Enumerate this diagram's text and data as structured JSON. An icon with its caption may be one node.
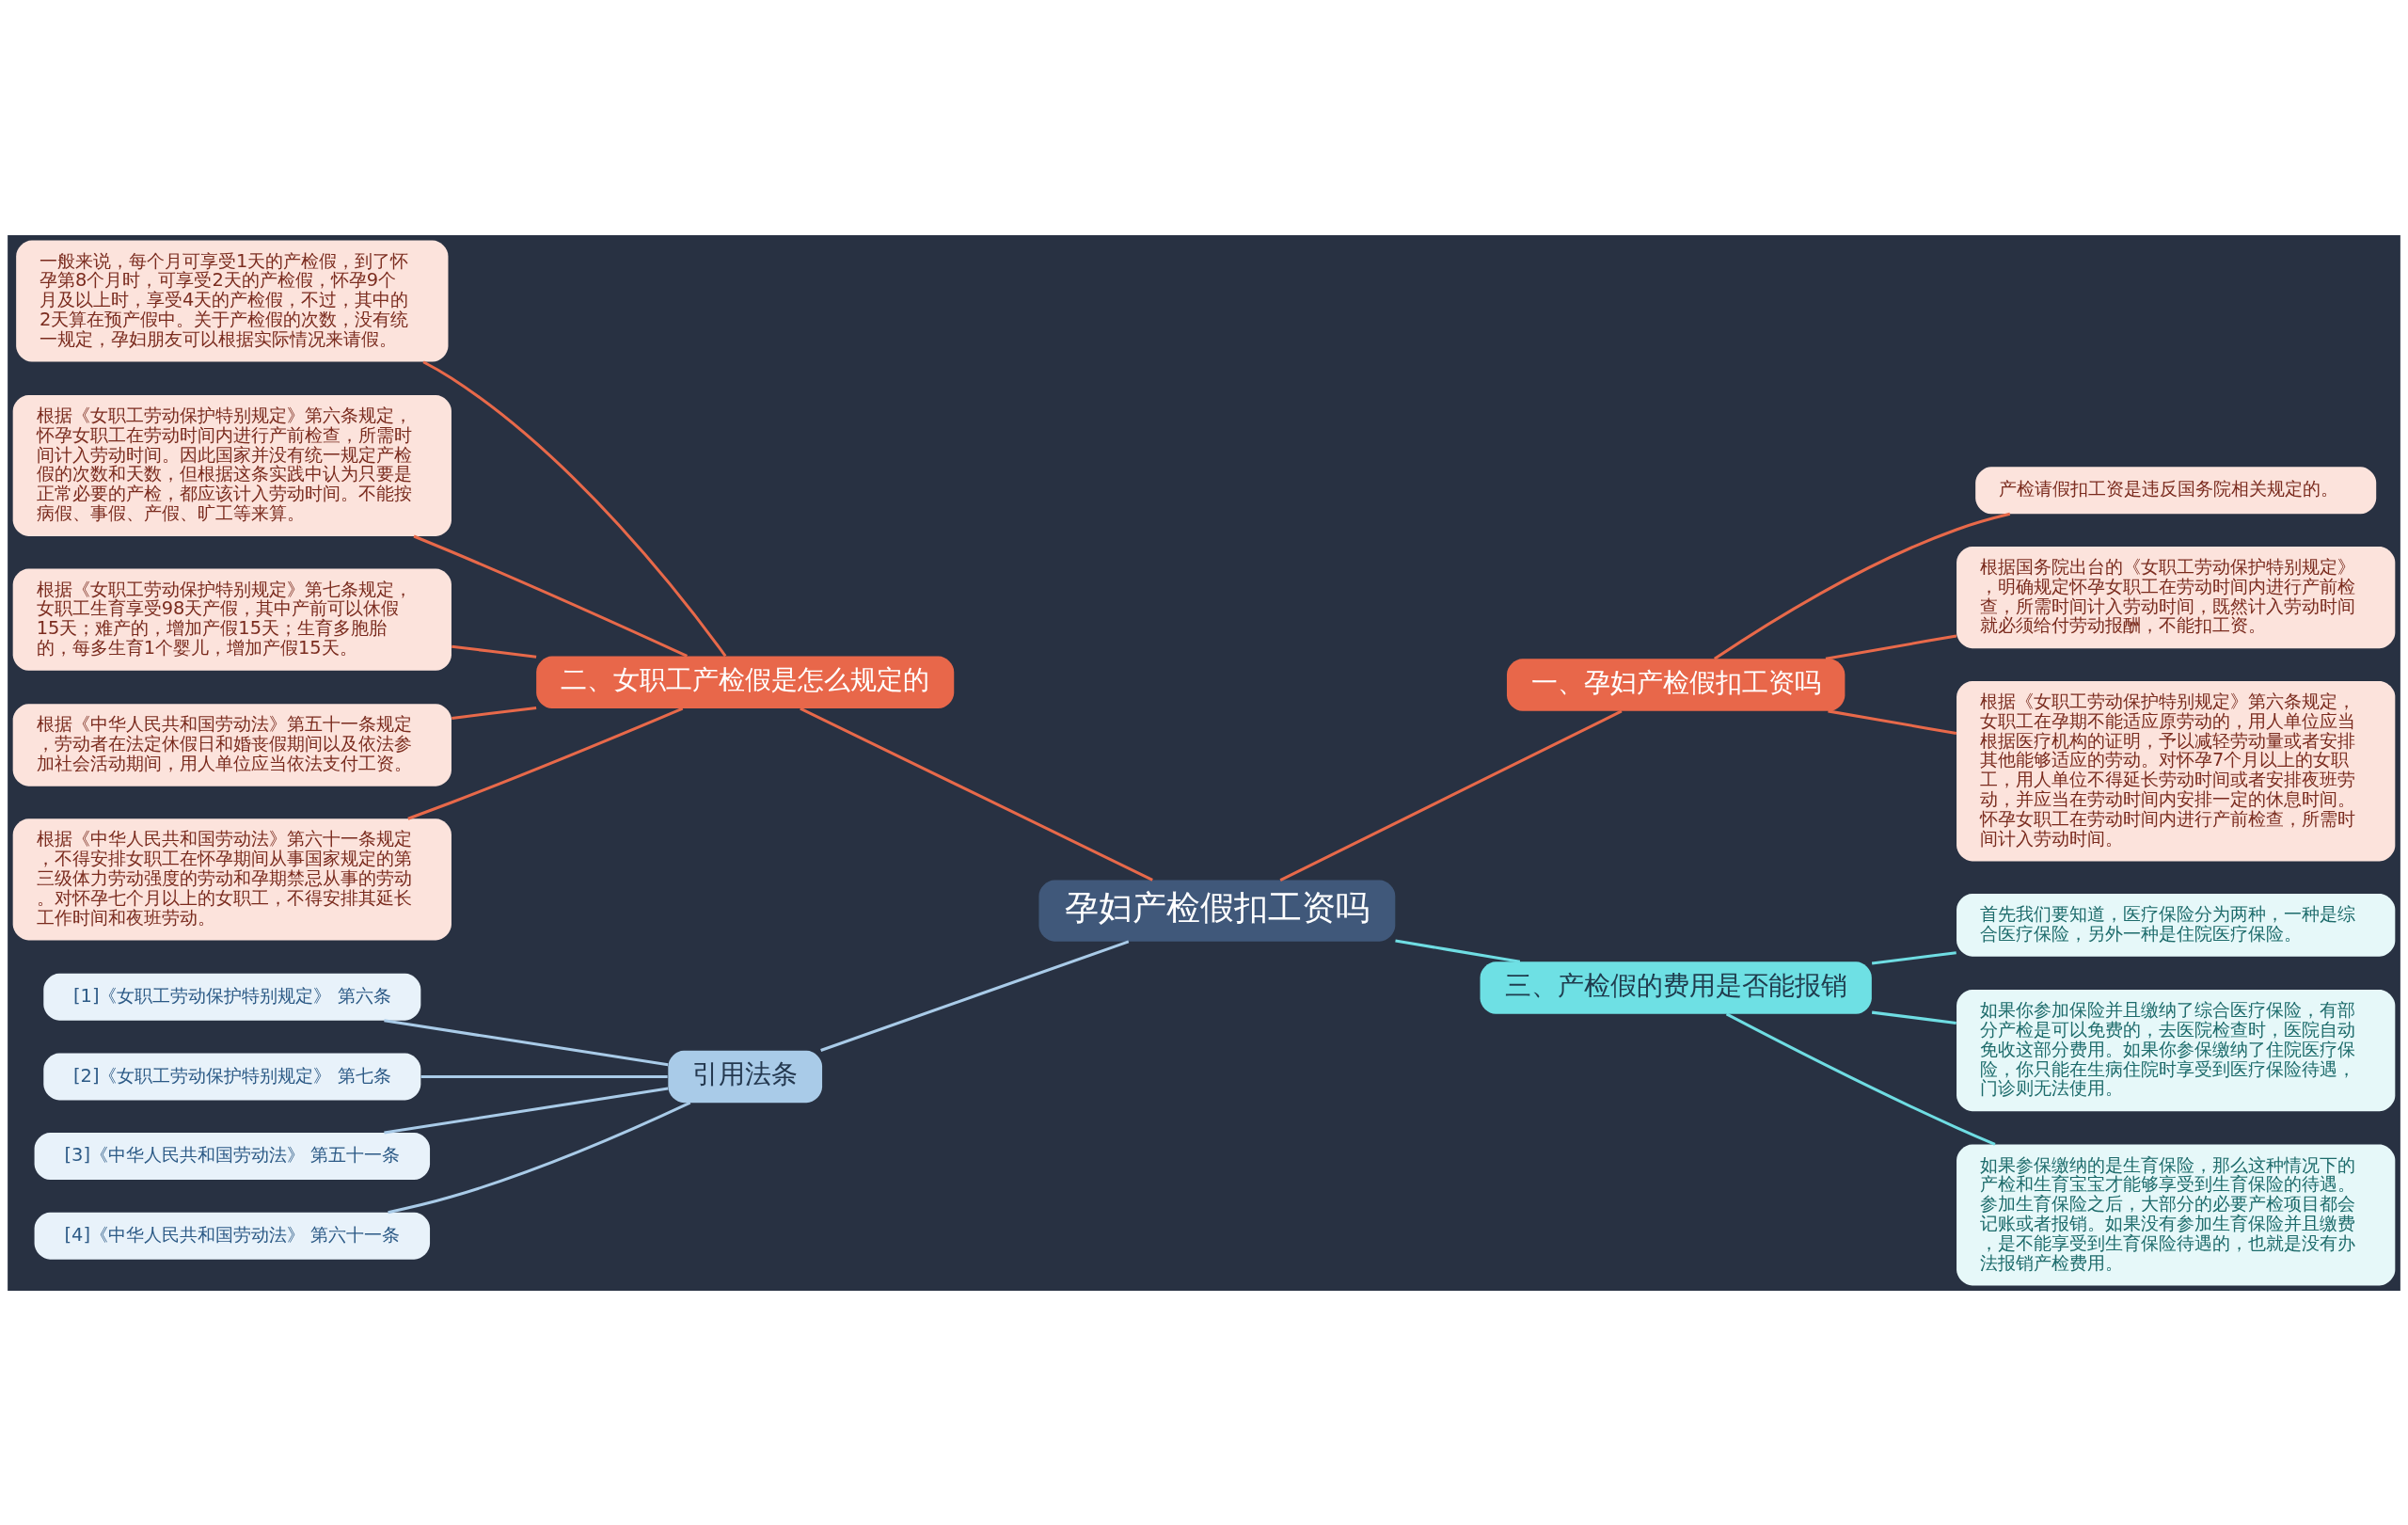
{
  "diagram": {
    "nodes": [
      {
        "text": [
          "孕妇产检假扣工资吗"
        ]
      },
      {
        "text": [
          "二、女职工产检假是怎么规定的"
        ]
      },
      {
        "text": [
          "一般来说，每个月可享受1天的产检假，到了怀孕第8个月时，可享受2天的产检假，怀孕9个月及以上时，享受4天的产检假，不过，其中的2天算在预产假中。关于产检假的次数，没有统一规定，孕妇朋友可以根据实际情况来请假。"
        ]
      },
      {
        "text": [
          "根据《女职工劳动保护特别规定》第六条规定，怀孕女职工在劳动时间内进行产前检查，所需时间计入劳动时间。因此国家并没有统一规定产检假的次数和天数，但根据这条实践中认为只要是正常必要的产检，都应该计入劳动时间。不能按病假、事假、产假、旷工等来算。"
        ]
      },
      {
        "text": [
          "根据《女职工劳动保护特别规定》第七条规定，女职工生育享受98天产假，其中产前可以休假15天；难产的，增加产假15天；生育多胞胎的，每多生育1个婴儿，增加产假15天。"
        ]
      },
      {
        "text": [
          "根据《中华人民共和国劳动法》第五十一条规定，劳动者在法定休假日和婚丧假期间以及依法参加社会活动期间，用人单位应当依法支付工资。"
        ]
      },
      {
        "text": [
          "根据《中华人民共和国劳动法》第六十一条规定，不得安排女职工在怀孕期间从事国家规定的第三级体力劳动强度的劳动和孕期禁忌从事的劳动。对怀孕七个月以上的女职工，不得安排其延长工作时间和夜班劳动。"
        ]
      },
      {
        "text": [
          "一、孕妇产检假扣工资吗"
        ]
      },
      {
        "text": [
          "产检请假扣工资是违反国务院相关规定的。"
        ]
      },
      {
        "text": [
          "根据国务院出台的《女职工劳动保护特别规定》，明确规定怀孕女职工在劳动时间内进行产前检查，所需时间计入劳动时间，既然计入劳动时间就必须给付劳动报酬，不能扣工资。"
        ]
      },
      {
        "text": [
          "根据《女职工劳动保护特别规定》第六条规定，女职工在孕期不能适应原劳动的，用人单位应当根据医疗机构的证明，予以减轻劳动量或者安排其他能够适应的劳动。对怀孕7个月以上的女职工，用人单位不得延长劳动时间或者安排夜班劳动，并应当在劳动时间内安排一定的休息时间。怀孕女职工在劳动时间内进行产前检查，所需时间计入劳动时间。"
        ]
      },
      {
        "text": [
          "三、产检假的费用是否能报销"
        ]
      },
      {
        "text": [
          "首先我们要知道，医疗保险分为两种，一种是综合医疗保险，另外一种是住院医疗保险。"
        ]
      },
      {
        "text": [
          "如果你参加保险并且缴纳了综合医疗保险，有部分产检是可以免费的，去医院检查时，医院自动免收这部分费用。如果你参保缴纳了住院医疗保险，你只能在生病住院时享受到医疗保险待遇，门诊则无法使用。"
        ]
      },
      {
        "text": [
          "如果参保缴纳的是生育保险，那么这种情况下的产检和生育宝宝才能够享受到生育保险的待遇。参加生育保险之后，大部分的必要产检项目都会记账或者报销。如果没有参加生育保险并且缴费，是不能享受到生育保险待遇的，也就是没有办法报销产检费用。"
        ]
      },
      {
        "text": [
          "引用法条"
        ]
      },
      {
        "text": [
          "[1]《女职工劳动保护特别规定》 第六条"
        ]
      },
      {
        "text": [
          "[2]《女职工劳动保护特别规定》 第七条"
        ]
      },
      {
        "text": [
          "[3]《中华人民共和国劳动法》 第五十一条"
        ]
      },
      {
        "text": [
          "[4]《中华人民共和国劳动法》 第六十一条"
        ]
      }
    ],
    "edges": [
      {
        "from": 0,
        "to": 1,
        "arrow": "none"
      },
      {
        "from": 1,
        "to": 2,
        "arrow": "none"
      },
      {
        "from": 1,
        "to": 3,
        "arrow": "none"
      },
      {
        "from": 1,
        "to": 4,
        "arrow": "none"
      },
      {
        "from": 1,
        "to": 5,
        "arrow": "none"
      },
      {
        "from": 1,
        "to": 6,
        "arrow": "none"
      },
      {
        "from": 0,
        "to": 7,
        "arrow": "none"
      },
      {
        "from": 7,
        "to": 8,
        "arrow": "none"
      },
      {
        "from": 7,
        "to": 9,
        "arrow": "none"
      },
      {
        "from": 7,
        "to": 10,
        "arrow": "none"
      },
      {
        "from": 0,
        "to": 11,
        "arrow": "none",
        "color": "#6fdde3"
      },
      {
        "from": 11,
        "to": 12,
        "arrow": "none",
        "color": "#6fdde3"
      },
      {
        "from": 11,
        "to": 13,
        "arrow": "none",
        "color": "#6fdde3"
      },
      {
        "from": 11,
        "to": 14,
        "arrow": "none",
        "color": "#6fdde3"
      },
      {
        "from": 0,
        "to": 15,
        "arrow": "none",
        "color": "#a9cbe8"
      },
      {
        "from": 15,
        "to": 16,
        "arrow": "none",
        "color": "#a9cbe8"
      },
      {
        "from": 15,
        "to": 17,
        "arrow": "none",
        "color": "#a9cbe8"
      },
      {
        "from": 15,
        "to": 18,
        "arrow": "none",
        "color": "#a9cbe8"
      },
      {
        "from": 15,
        "to": 19,
        "arrow": "none",
        "color": "#a9cbe8"
      }
    ]
  }
}
